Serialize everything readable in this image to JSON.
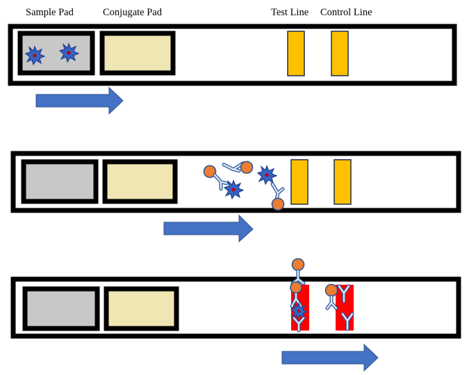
{
  "labels": {
    "sample_pad": "Sample Pad",
    "conjugate_pad": "Conjugate Pad",
    "test_line": "Test Line",
    "control_line": "Control Line"
  },
  "colors": {
    "strip_border": "#000000",
    "sample_pad_fill": "#c8c8c8",
    "conjugate_pad_fill": "#f0e6b4",
    "line_unreacted": "#ffc000",
    "line_reacted": "#ff0000",
    "flow_arrow": "#4472c4",
    "gold_nanoparticle": "#ed7d31",
    "antibody": "#2f5597",
    "antigen": "#3563c4",
    "antigen_core": "#c00000"
  },
  "panels": [
    {
      "stage": "sample applied",
      "test_line_state": "unreacted",
      "control_line_state": "unreacted"
    },
    {
      "stage": "conjugate migration",
      "test_line_state": "unreacted",
      "control_line_state": "unreacted"
    },
    {
      "stage": "result",
      "test_line_state": "reacted",
      "control_line_state": "reacted"
    }
  ],
  "icons": [
    "antigen-icon",
    "gold-nanoparticle-antibody-icon",
    "antibody-y-icon",
    "flow-arrow-icon"
  ]
}
